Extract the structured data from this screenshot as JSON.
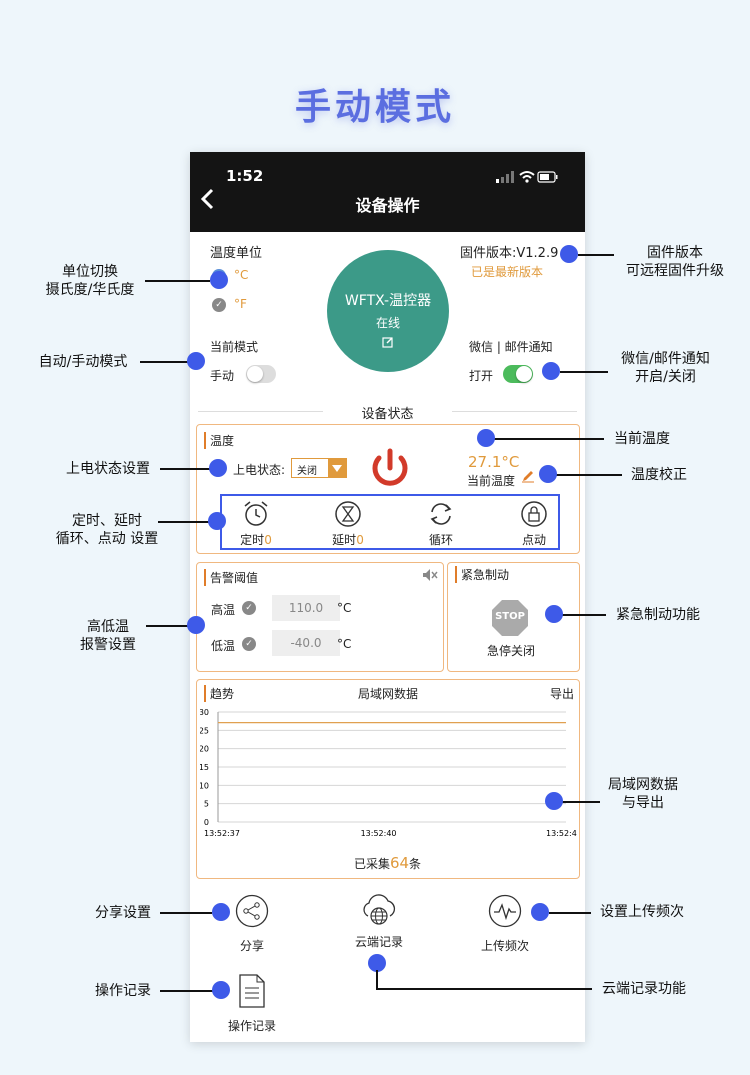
{
  "page_title": "手动模式",
  "status_bar": {
    "time": "1:52"
  },
  "nav": {
    "title": "设备操作"
  },
  "unit": {
    "label": "温度单位",
    "celsius": "°C",
    "fahrenheit": "°F"
  },
  "device": {
    "name": "WFTX-温控器",
    "status": "在线"
  },
  "firmware": {
    "version": "固件版本:V1.2.9",
    "latest": "已是最新版本"
  },
  "mode": {
    "label": "当前模式",
    "value": "手动"
  },
  "notify": {
    "label": "微信 | 邮件通知",
    "value": "打开"
  },
  "device_status": "设备状态",
  "temperature": {
    "title": "温度",
    "power_label": "上电状态:",
    "power_value": "关闭",
    "current": "27.1°C",
    "current_label": "当前温度"
  },
  "timers": [
    {
      "label": "定时",
      "count": "0"
    },
    {
      "label": "延时",
      "count": "0"
    },
    {
      "label": "循环",
      "count": ""
    },
    {
      "label": "点动",
      "count": ""
    }
  ],
  "alarm": {
    "title": "告警阈值",
    "high_label": "高温",
    "high_value": "110.0",
    "low_label": "低温",
    "low_value": "-40.0",
    "unit": "°C"
  },
  "emergency": {
    "title": "紧急制动",
    "stop_text": "STOP",
    "status": "急停关闭"
  },
  "trend": {
    "title": "趋势",
    "lan": "局域网数据",
    "export": "导出",
    "collected_prefix": "已采集",
    "collected_count": "64",
    "collected_suffix": "条"
  },
  "chart_data": {
    "type": "line",
    "y_ticks": [
      "30",
      "25",
      "20",
      "15",
      "10",
      "5",
      "0"
    ],
    "x_ticks": [
      "13:52:37",
      "13:52:40",
      "13:52:4"
    ],
    "ylim": [
      0,
      30
    ],
    "series": [
      {
        "values": [
          27.1,
          27.1,
          27.1,
          27.1
        ],
        "color": "#e0a050"
      }
    ]
  },
  "bottom": {
    "share": "分享",
    "cloud": "云端记录",
    "upload": "上传频次",
    "oplog": "操作记录"
  },
  "annotations": {
    "unit_switch": [
      "单位切换",
      "摄氏度/华氏度"
    ],
    "mode": "自动/手动模式",
    "firmware": [
      "固件版本",
      "可远程固件升级"
    ],
    "notify": [
      "微信/邮件通知",
      "开启/关闭"
    ],
    "current_temp": "当前温度",
    "calibration": "温度校正",
    "power_state": "上电状态设置",
    "timers": [
      "定时、延时",
      "循环、点动 设置"
    ],
    "alarm": [
      "高低温",
      "报警设置"
    ],
    "emergency": "紧急制动功能",
    "lan_data": [
      "局域网数据",
      "与导出"
    ],
    "share": "分享设置",
    "upload": "设置上传频次",
    "oplog": "操作记录",
    "cloud": "云端记录功能"
  },
  "colors": {
    "accent": "#3e5ae8",
    "orange": "#e09a3c",
    "teal": "#3c9a88",
    "green": "#4cbb5c",
    "power_red": "#d23a2a"
  }
}
